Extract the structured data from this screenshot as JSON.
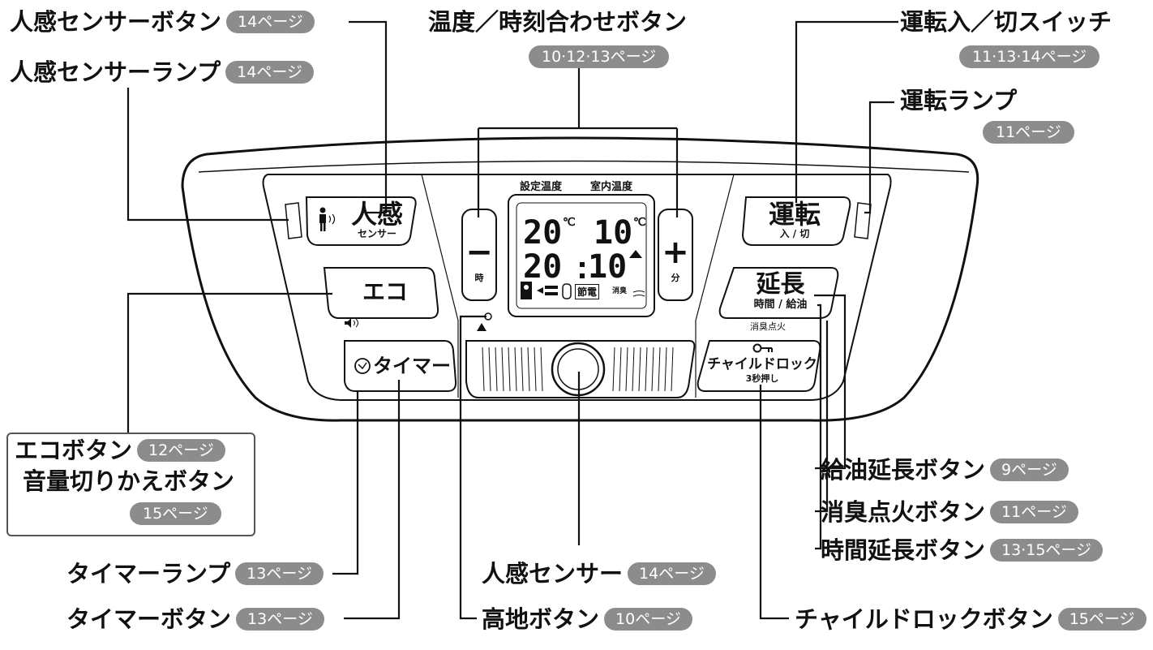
{
  "labels": {
    "human_sensor_button": "人感センサーボタン",
    "human_sensor_button_page": "14ページ",
    "human_sensor_lamp": "人感センサーランプ",
    "human_sensor_lamp_page": "14ページ",
    "temp_time_button": "温度／時刻合わせボタン",
    "temp_time_button_page": "10·12·13ページ",
    "power_switch": "運転入／切スイッチ",
    "power_switch_page": "11·13·14ページ",
    "run_lamp": "運転ランプ",
    "run_lamp_page": "11ページ",
    "eco_button": "エコボタン",
    "eco_button_page": "12ページ",
    "volume_switch": "音量切りかえボタン",
    "volume_switch_page": "15ページ",
    "refuel_extend_button": "給油延長ボタン",
    "refuel_extend_page": "9ページ",
    "deodorize_button": "消臭点火ボタン",
    "deodorize_page": "11ページ",
    "time_extend_button": "時間延長ボタン",
    "time_extend_page": "13·15ページ",
    "timer_lamp": "タイマーランプ",
    "timer_lamp_page": "13ページ",
    "timer_button": "タイマーボタン",
    "timer_button_page": "13ページ",
    "human_sensor": "人感センサー",
    "human_sensor_page": "14ページ",
    "highland_button": "高地ボタン",
    "highland_page": "10ページ",
    "child_lock_button": "チャイルドロックボタン",
    "child_lock_page": "15ページ"
  },
  "panel": {
    "sensor_btn_main": "人感",
    "sensor_btn_sub": "センサー",
    "eco_btn": "エコ",
    "timer_btn": "タイマー",
    "minus_btn": "−",
    "minus_sub": "時",
    "plus_btn": "+",
    "plus_sub": "分",
    "lcd_header_set": "設定温度",
    "lcd_header_room": "室内温度",
    "lcd_set_temp": "20",
    "lcd_room_temp": "10",
    "lcd_time_h": "20",
    "lcd_time_m": "10",
    "lcd_icon_setsuden": "節電",
    "lcd_icon_shoshu": "消臭",
    "run_btn_main": "運転",
    "run_btn_sub": "入 / 切",
    "extend_btn_main": "延長",
    "extend_btn_sub": "時間 / 給油",
    "extend_under": "消臭点火",
    "lock_btn_main": "チャイルドロック",
    "lock_btn_sub": "3秒押し"
  },
  "colors": {
    "pill": "#8c8c8c",
    "line": "#111111"
  }
}
